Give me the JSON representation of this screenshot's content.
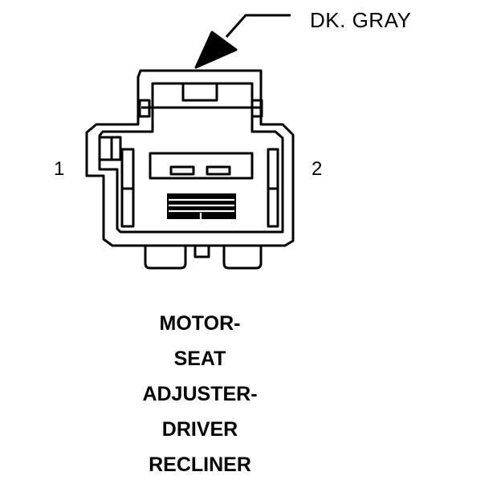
{
  "connector": {
    "wire_color_label": "DK. GRAY",
    "pins": [
      {
        "label": "1"
      },
      {
        "label": "2"
      }
    ],
    "name_lines": [
      "MOTOR-",
      "SEAT",
      "ADJUSTER-",
      "DRIVER",
      "RECLINER"
    ]
  }
}
